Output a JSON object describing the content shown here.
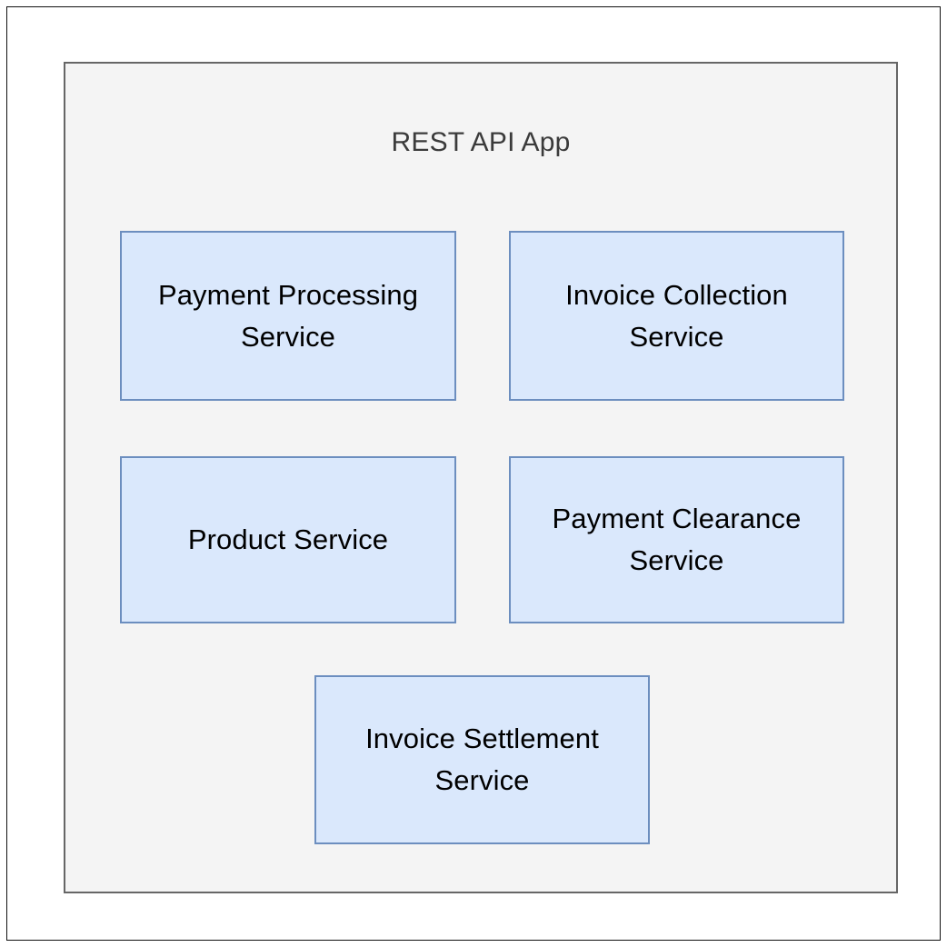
{
  "diagram": {
    "title": "REST API App",
    "container_background": "#f4f4f4",
    "container_border": "#666666",
    "node_fill": "#dae8fc",
    "node_border": "#6c8ebf",
    "node_text_color": "#000000",
    "title_color": "#3b3b3b",
    "page_background": "#ffffff",
    "frame_color": "#111111",
    "services": [
      {
        "label": "Payment Processing Service"
      },
      {
        "label": "Invoice Collection Service"
      },
      {
        "label": "Product Service"
      },
      {
        "label": "Payment Clearance Service"
      },
      {
        "label": "Invoice Settlement Service"
      }
    ]
  }
}
